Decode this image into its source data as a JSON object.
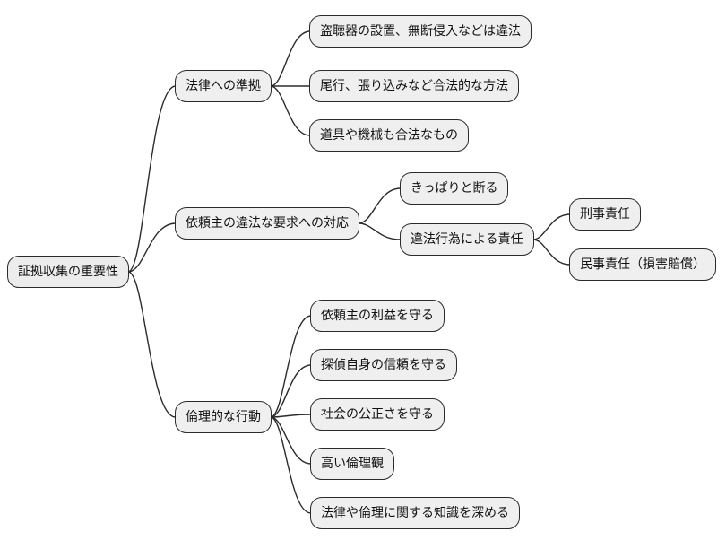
{
  "mindmap": {
    "root": {
      "label": "証拠収集の重要性"
    },
    "branches": [
      {
        "label": "法律への準拠",
        "children": [
          {
            "label": "盗聴器の設置、無断侵入などは違法"
          },
          {
            "label": "尾行、張り込みなど合法的な方法"
          },
          {
            "label": "道具や機械も合法なもの"
          }
        ]
      },
      {
        "label": "依頼主の違法な要求への対応",
        "children": [
          {
            "label": "きっぱりと断る"
          },
          {
            "label": "違法行為による責任",
            "children": [
              {
                "label": "刑事責任"
              },
              {
                "label": "民事責任（損害賠償）"
              }
            ]
          }
        ]
      },
      {
        "label": "倫理的な行動",
        "children": [
          {
            "label": "依頼主の利益を守る"
          },
          {
            "label": "探偵自身の信頼を守る"
          },
          {
            "label": "社会の公正さを守る"
          },
          {
            "label": "高い倫理観"
          },
          {
            "label": "法律や倫理に関する知識を深める"
          }
        ]
      }
    ],
    "style": {
      "node_fill": "#efefef",
      "node_border": "#2b2b2b",
      "edge_color": "#2b2b2b",
      "background": "#ffffff"
    }
  }
}
